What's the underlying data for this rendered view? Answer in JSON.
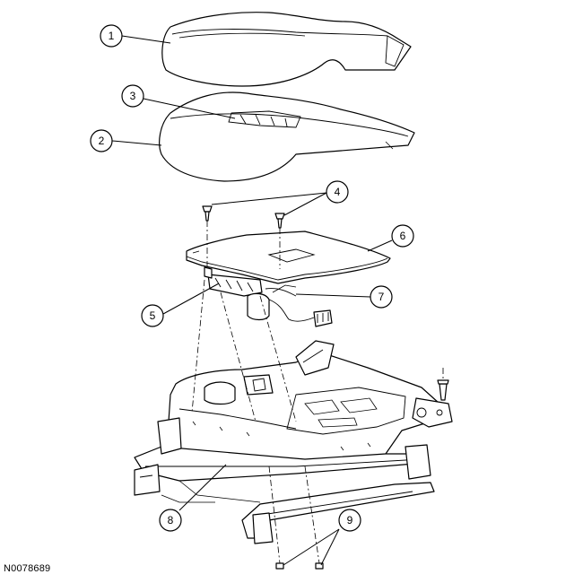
{
  "callouts": {
    "c1": "1",
    "c2": "2",
    "c3": "3",
    "c4": "4",
    "c5": "5",
    "c6": "6",
    "c7": "7",
    "c8": "8",
    "c9": "9"
  },
  "figure_id": "N0078689"
}
